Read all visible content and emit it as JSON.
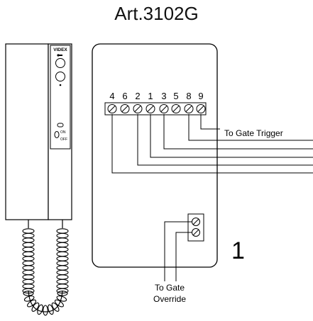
{
  "title": "Art.3102G",
  "handset": {
    "brand": "VIDEX",
    "switch_on": "ON",
    "switch_off": "OFF"
  },
  "terminals": [
    "4",
    "6",
    "2",
    "1",
    "3",
    "5",
    "8",
    "9"
  ],
  "labels": {
    "gate_trigger": "To Gate Trigger",
    "gate_override_line1": "To Gate",
    "gate_override_line2": "Override",
    "panel_number": "1"
  }
}
